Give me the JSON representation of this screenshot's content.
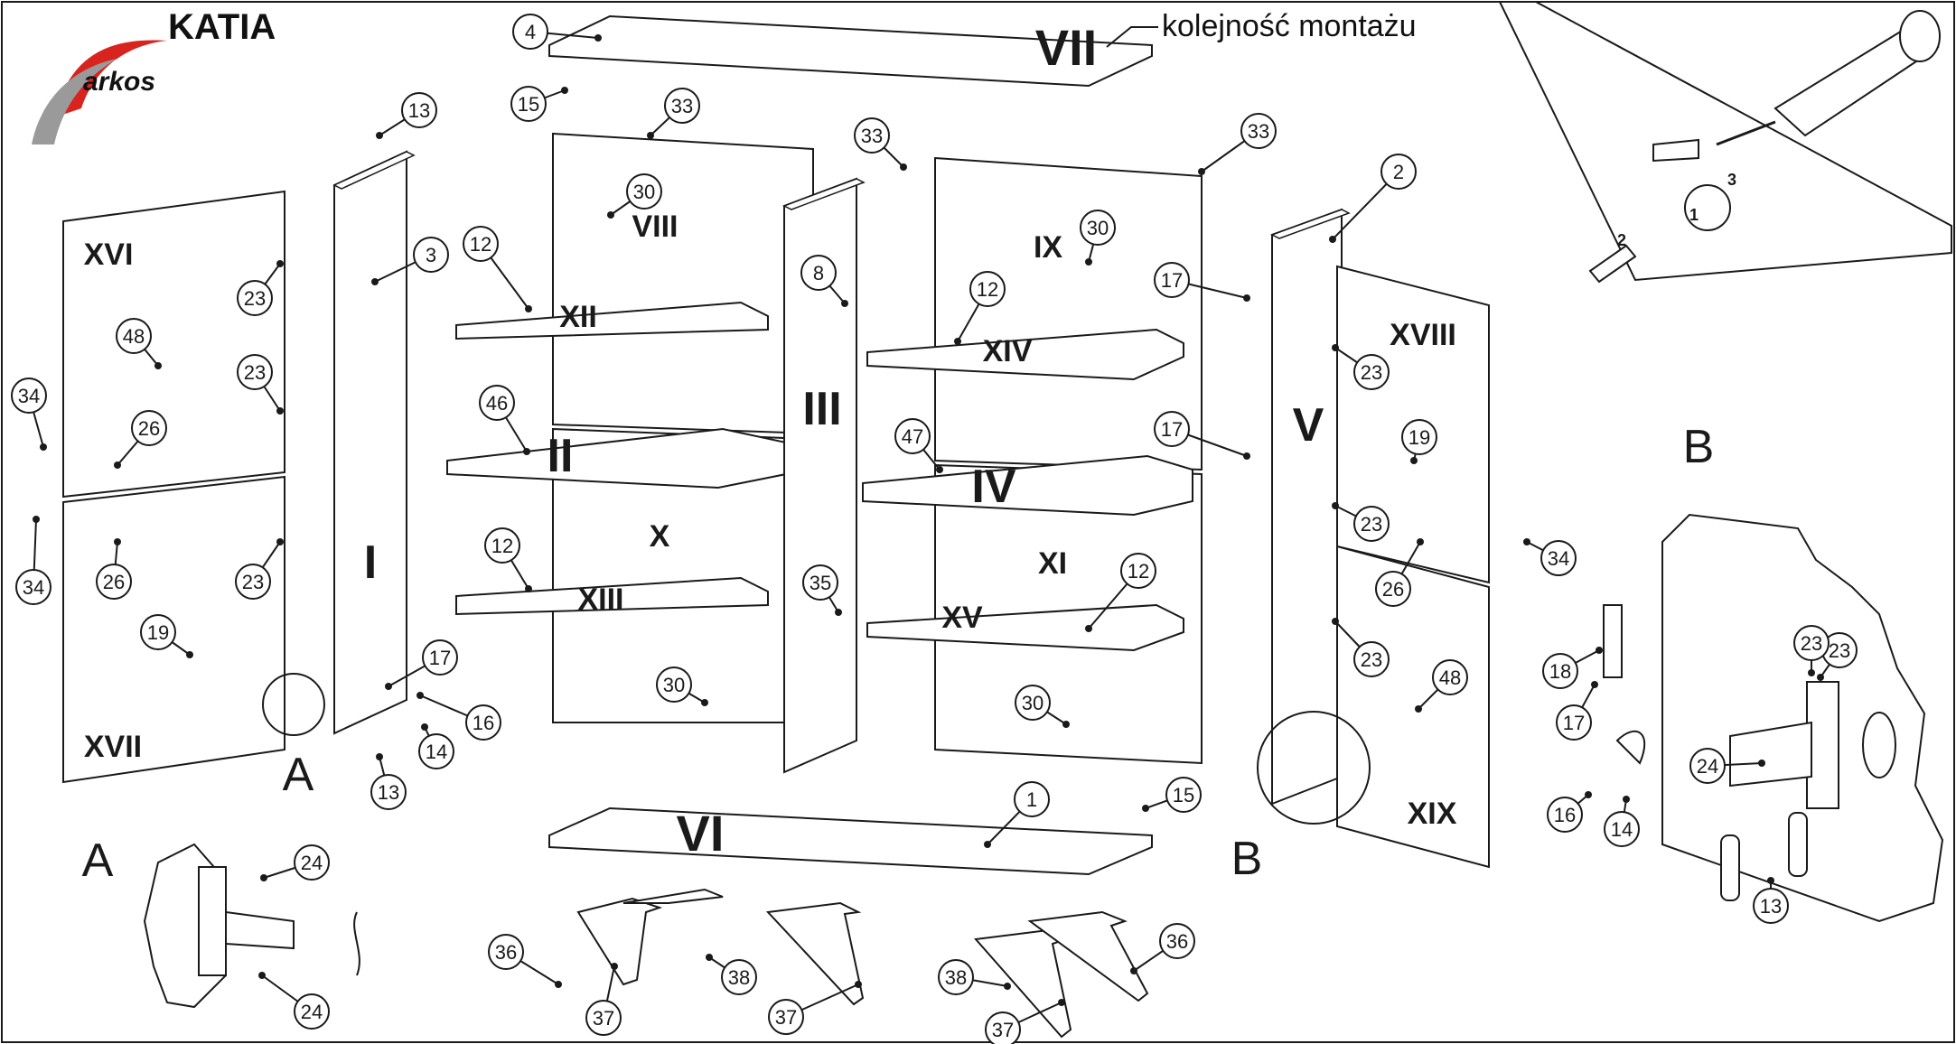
{
  "header": {
    "product_name": "KATIA",
    "assembly_order_label": "kolejność montażu",
    "logo_text": "arkos"
  },
  "colors": {
    "line": "#1a1a1a",
    "panel_fill": "#ffffff",
    "logo_red": "#d8231f",
    "logo_gray": "#9a9a9a"
  },
  "panel_labels": [
    "I",
    "II",
    "III",
    "IV",
    "V",
    "VI",
    "VII",
    "VIII",
    "IX",
    "X",
    "XI",
    "XII",
    "XIII",
    "XIV",
    "XV",
    "XVI",
    "XVII",
    "XVIII",
    "XIX"
  ],
  "detail_labels": [
    "A",
    "A",
    "B",
    "B"
  ],
  "part_callouts": [
    "1",
    "2",
    "3",
    "4",
    "8",
    "12",
    "12",
    "12",
    "12",
    "13",
    "13",
    "13",
    "14",
    "14",
    "15",
    "15",
    "16",
    "16",
    "17",
    "17",
    "17",
    "17",
    "18",
    "19",
    "19",
    "23",
    "23",
    "23",
    "23",
    "23",
    "23",
    "23",
    "23",
    "24",
    "24",
    "24",
    "26",
    "26",
    "26",
    "30",
    "30",
    "30",
    "30",
    "33",
    "33",
    "33",
    "34",
    "34",
    "34",
    "35",
    "36",
    "36",
    "37",
    "37",
    "37",
    "38",
    "38",
    "46",
    "47",
    "48",
    "48"
  ],
  "screw_sequence": [
    "1",
    "2",
    "3"
  ]
}
